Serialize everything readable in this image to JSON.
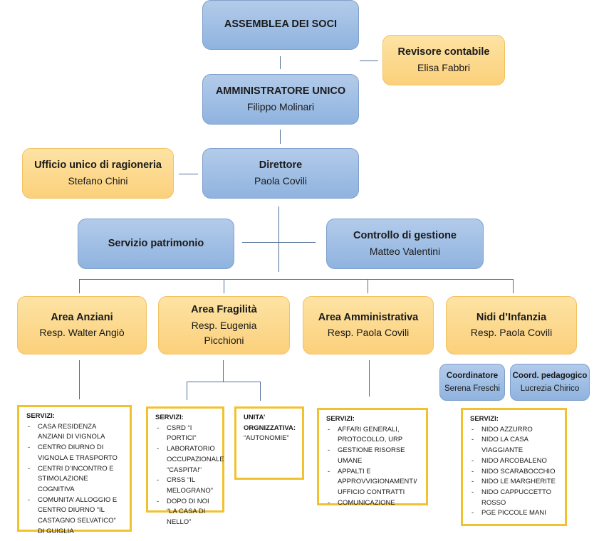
{
  "assemblea": {
    "title": "ASSEMBLEA DEI SOCI"
  },
  "revisore": {
    "title": "Revisore contabile",
    "name": "Elisa Fabbri"
  },
  "amministratore": {
    "title": "AMMINISTRATORE UNICO",
    "name": "Filippo Molinari"
  },
  "ragioneria": {
    "title": "Ufficio unico di ragioneria",
    "name": "Stefano Chini"
  },
  "direttore": {
    "title": "Direttore",
    "name": "Paola Covili"
  },
  "patrimonio": {
    "title": "Servizio patrimonio"
  },
  "controllo": {
    "title": "Controllo di gestione",
    "name": "Matteo Valentini"
  },
  "areas": [
    {
      "title": "Area Anziani",
      "name": "Resp. Walter Angiò"
    },
    {
      "title": "Area Fragilità",
      "name": "Resp. Eugenia Picchioni"
    },
    {
      "title": "Area Amministrativa",
      "name": "Resp. Paola Covili"
    },
    {
      "title": "Nidi d’Infanzia",
      "name": "Resp. Paola Covili"
    }
  ],
  "coordinatore": {
    "title": "Coordinatore",
    "name": "Serena Freschi"
  },
  "coord_pedagogico": {
    "title": "Coord. pedagogico",
    "name": "Lucrezia Chirico"
  },
  "services": {
    "anziani": {
      "heading": "SERVIZI:",
      "items": [
        "CASA RESIDENZA ANZIANI DI VIGNOLA",
        "CENTRO DIURNO DI VIGNOLA E TRASPORTO",
        "CENTRI D’INCONTRO E STIMOLAZIONE COGNITIVA",
        "COMUNITA’ ALLOGGIO E CENTRO DIURNO “IL CASTAGNO SELVATICO” DI GUIGLIA"
      ]
    },
    "fragilita": {
      "heading": "SERVIZI:",
      "items": [
        "CSRD “I PORTICI”",
        "LABORATORIO OCCUPAZIONALE “CASPITA!”",
        "CRSS “IL MELOGRANO”",
        "DOPO DI NOI “LA CASA DI NELLO”"
      ]
    },
    "unita": {
      "heading": "UNITA’ ORGNIZZATIVA:",
      "text": "“AUTONOMIE”"
    },
    "amministrativa": {
      "heading": "SERVIZI:",
      "items": [
        "AFFARI GENERALI, PROTOCOLLO, URP",
        "GESTIONE RISORSE UMANE",
        "APPALTI E APPROVVIGIONAMENTI/ UFFICIO CONTRATTI",
        "COMUNICAZIONE"
      ]
    },
    "nidi": {
      "heading": "SERVIZI:",
      "items": [
        "NIDO AZZURRO",
        "NIDO LA CASA VIAGGIANTE",
        "NIDO ARCOBALENO",
        "NIDO SCARABOCCHIO",
        "NIDO LE MARGHERITE",
        "NIDO CAPPUCCETTO ROSSO",
        "PGE PICCOLE MANI"
      ]
    }
  }
}
